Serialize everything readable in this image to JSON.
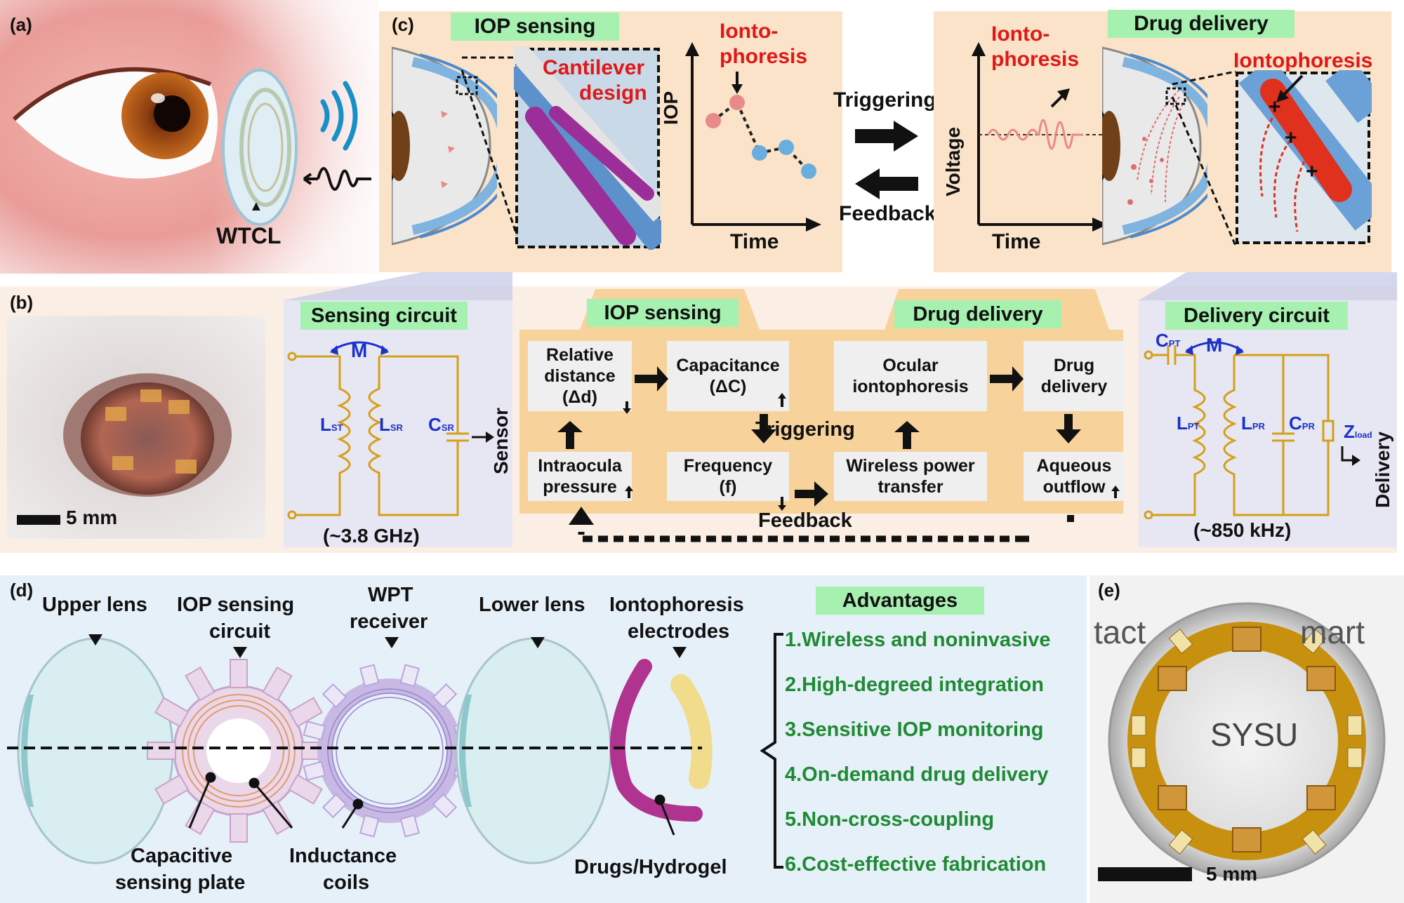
{
  "panel_labels": {
    "a": "(a)",
    "b": "(b)",
    "c": "(c)",
    "d": "(d)",
    "e": "(e)"
  },
  "panel_a": {
    "device_label": "WTCL",
    "arrow_glyph": "▲"
  },
  "panel_b": {
    "scale_bar": "5 mm"
  },
  "panel_c": {
    "iop_sensing_tag": "IOP sensing",
    "cantilever_label_1": "Cantilever",
    "cantilever_label_2": "design",
    "iontophoresis_1": "Ionto-",
    "iontophoresis_2": "phoresis",
    "iop_axis": "IOP",
    "time_axis": "Time",
    "triggering": "Triggering",
    "feedback": "Feedback",
    "voltage_axis": "Voltage",
    "drug_delivery_tag": "Drug delivery",
    "iontophoresis_zoom": "Iontophoresis",
    "plus": "+"
  },
  "sensing_circuit": {
    "tag": "Sensing circuit",
    "mutual": "M",
    "l_st": "L",
    "l_st_sub": "ST",
    "l_sr": "L",
    "l_sr_sub": "SR",
    "c_sr": "C",
    "c_sr_sub": "SR",
    "sensor": "Sensor",
    "frequency": "(~3.8 GHz)"
  },
  "flow": {
    "iop_sensing_tag": "IOP sensing",
    "drug_delivery_tag": "Drug delivery",
    "relative_distance": "Relative distance (Δd)",
    "capacitance": "Capacitance (ΔC)",
    "frequency": "Frequency (f)",
    "intraocular": "Intraocula pressure",
    "ocular_ionto": "Ocular iontophoresis",
    "drug_delivery": "Drug delivery",
    "wireless": "Wireless power transfer",
    "aqueous": "Aqueous outflow",
    "triggering": "Triggering",
    "feedback": "Feedback"
  },
  "delivery_circuit": {
    "tag": "Delivery circuit",
    "mutual": "M",
    "c_pt": "C",
    "c_pt_sub": "PT",
    "l_pt": "L",
    "l_pt_sub": "PT",
    "l_pr": "L",
    "l_pr_sub": "PR",
    "c_pr": "C",
    "c_pr_sub": "PR",
    "z_load": "Z",
    "z_load_sub": "load",
    "delivery": "Delivery",
    "frequency": "(~850 kHz)"
  },
  "panel_d": {
    "upper_lens": "Upper lens",
    "iop_circuit_1": "IOP sensing",
    "iop_circuit_2": "circuit",
    "wpt_1": "WPT",
    "wpt_2": "receiver",
    "lower_lens": "Lower lens",
    "electrodes_1": "Iontophoresis",
    "electrodes_2": "electrodes",
    "cap_plate_1": "Capacitive",
    "cap_plate_2": "sensing plate",
    "coils_1": "Inductance",
    "coils_2": "coils",
    "drugs": "Drugs/Hydrogel",
    "advantages_tag": "Advantages",
    "advantages": [
      "1.Wireless and noninvasive",
      "2.High-degreed integration",
      "3.Sensitive IOP monitoring",
      "4.On-demand drug delivery",
      "5.Non-cross-coupling",
      "6.Cost-effective fabrication"
    ]
  },
  "panel_e": {
    "scale_bar": "5 mm",
    "print_1": "SYSU",
    "print_2": "tact",
    "print_3": "mart"
  },
  "colors": {
    "peach": "#fae3c8",
    "lavender": "#e7e6f3",
    "green_tag": "#a6f0b0",
    "orange_box": "#f7d39b",
    "light_blue": "#e6f0f8",
    "red": "#e01818",
    "blue": "#1a32c8",
    "circuit": "#d4a017",
    "green_text": "#1f8a34"
  }
}
